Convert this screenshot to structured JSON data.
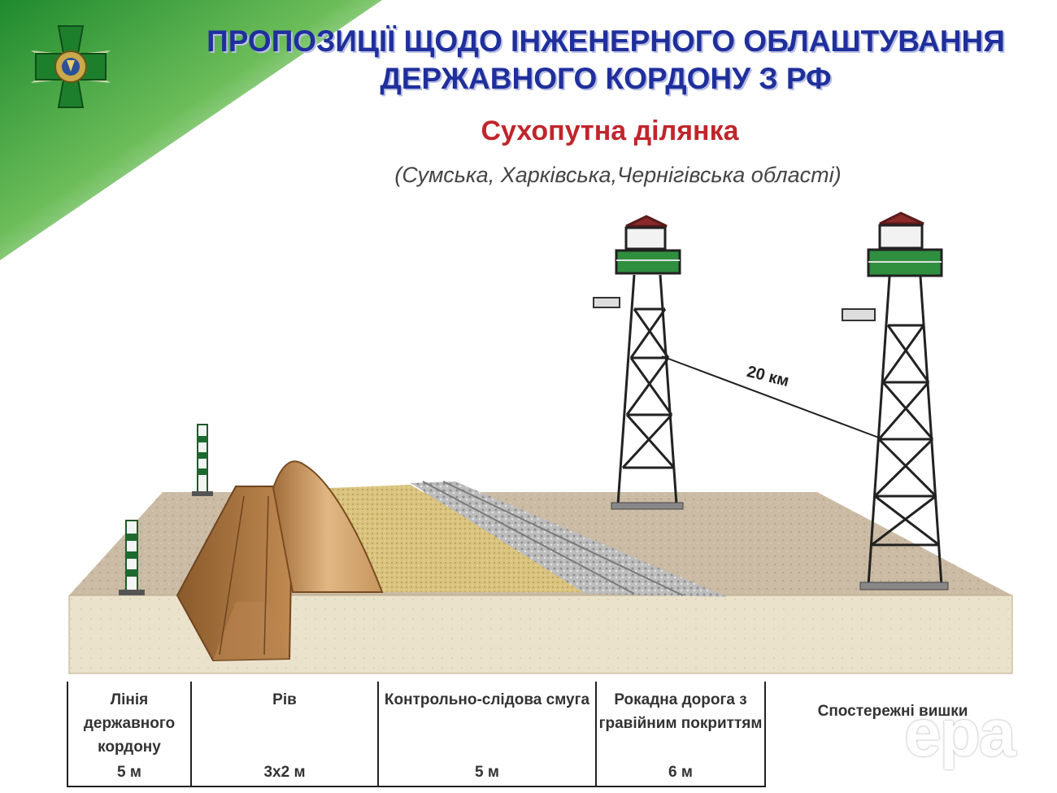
{
  "header": {
    "title_line1": "ПРОПОЗИЦІЇ ЩОДО ІНЖЕНЕРНОГО ОБЛАШТУВАННЯ",
    "title_line2": "ДЕРЖАВНОГО КОРДОНУ З РФ",
    "subtitle": "Сухопутна ділянка",
    "regions": "(Сумська,  Харківська,Чернігівська області)"
  },
  "diagram": {
    "tower_distance": "20 км"
  },
  "zones": [
    {
      "label": "Лінія державного кордону",
      "width": "5 м"
    },
    {
      "label": "Рів",
      "width": "3х2 м"
    },
    {
      "label": "Контрольно-слідова смуга",
      "width": "5 м"
    },
    {
      "label": "Рокадна дорога з гравійним покриттям",
      "width": "6 м"
    },
    {
      "label": "Спостережні вишки",
      "width": ""
    }
  ],
  "watermark": "epa",
  "colors": {
    "title": "#1f2f9c",
    "subtitle": "#c0262c",
    "corner_green": "#2f9a3a",
    "ground": "#cdbfa6",
    "soil": "#ece4cf"
  }
}
